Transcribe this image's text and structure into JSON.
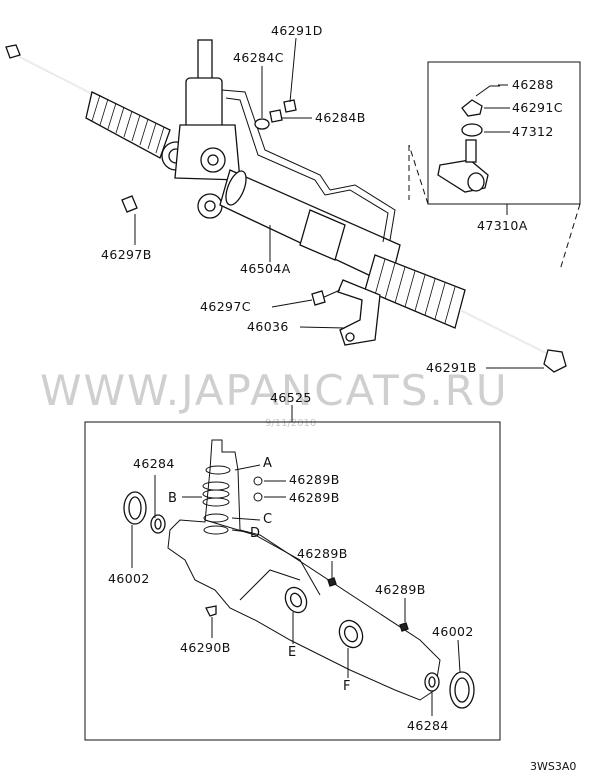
{
  "watermark": "WWW.JAPANCATS.RU",
  "date_stamp": "9/11/2010",
  "diagram_code": "3WS3A0",
  "labels": {
    "p46291D": "46291D",
    "p46284C": "46284C",
    "p46284B": "46284B",
    "p46288": "46288",
    "p46291C": "46291C",
    "p47312": "47312",
    "p47310A": "47310A",
    "p46297B": "46297B",
    "p46504A": "46504A",
    "p46297C": "46297C",
    "p46036": "46036",
    "p46291B": "46291B",
    "p46525": "46525",
    "p46284_top": "46284",
    "p46002_left": "46002",
    "p46289B_1": "46289B",
    "p46289B_2": "46289B",
    "p46289B_3": "46289B",
    "p46289B_4": "46289B",
    "p46290B": "46290B",
    "p46002_right": "46002",
    "p46284_bottom": "46284"
  },
  "letters": {
    "A": "A",
    "B": "B",
    "C": "C",
    "D": "D",
    "E": "E",
    "F": "F"
  }
}
